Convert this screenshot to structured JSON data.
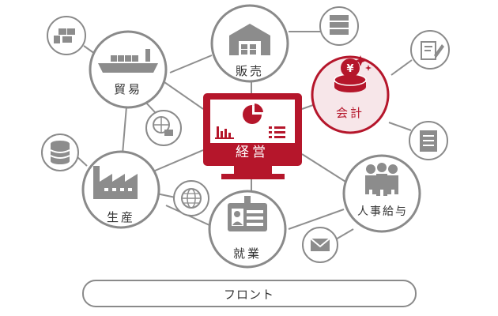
{
  "colors": {
    "accent": "#b5162b",
    "accent_fill": "#f7e6e9",
    "gray": "#8a8a8a",
    "icon": "#8c8c8c",
    "line": "#8f8f8f"
  },
  "center": {
    "label": "経営"
  },
  "modules": {
    "trade": "貿易",
    "sales": "販売",
    "accounting": "会計",
    "production": "生産",
    "employment": "就業",
    "hr_payroll": "人事給与"
  },
  "front": {
    "label": "フロント"
  },
  "icons": {
    "center": [
      "bar-chart-icon",
      "pie-chart-icon",
      "list-icon"
    ],
    "trade": "cargo-ship-icon",
    "sales": "warehouse-icon",
    "accounting": "yen-coins-icon",
    "production": "factory-icon",
    "employment": "id-card-icon",
    "hr_payroll": "people-group-icon",
    "satellites": [
      "forklift-boxes-icon",
      "server-icon",
      "edit-document-icon",
      "document-icon",
      "database-icon",
      "globe-devices-icon",
      "globe-icon",
      "mail-icon"
    ]
  }
}
